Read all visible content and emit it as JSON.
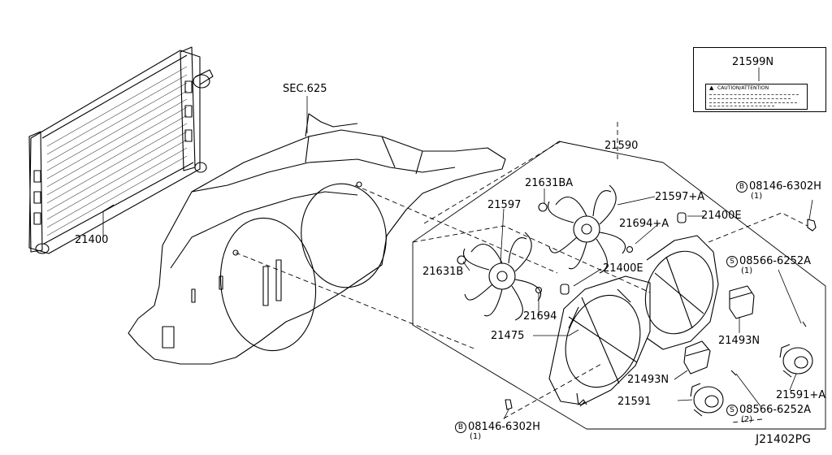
{
  "labels": {
    "p21400": "21400",
    "sec625": "SEC.625",
    "p21590": "21590",
    "p21599n": "21599N",
    "p21631ba": "21631BA",
    "p21597a": "21597+A",
    "p21597": "21597",
    "p21694a": "21694+A",
    "p21400e_a": "21400E",
    "p21400e_b": "21400E",
    "p21631b": "21631B",
    "p21694": "21694",
    "p21475": "21475",
    "p21493n_a": "21493N",
    "p21493n_b": "21493N",
    "p21591": "21591",
    "p21591a": "21591+A",
    "bolt_top": "08146-6302H",
    "bolt_top_qty": "(1)",
    "bolt_bottom": "08146-6302H",
    "bolt_bottom_qty": "(1)",
    "screw_a": "08566-6252A",
    "screw_a_qty": "(1)",
    "screw_b": "08566-6252A",
    "screw_b_qty": "(2)",
    "mark_b": "B",
    "mark_s": "S"
  },
  "caution_label": {
    "title": "CAUTION/ATTENTION"
  },
  "diagram_code": "J21402PG"
}
